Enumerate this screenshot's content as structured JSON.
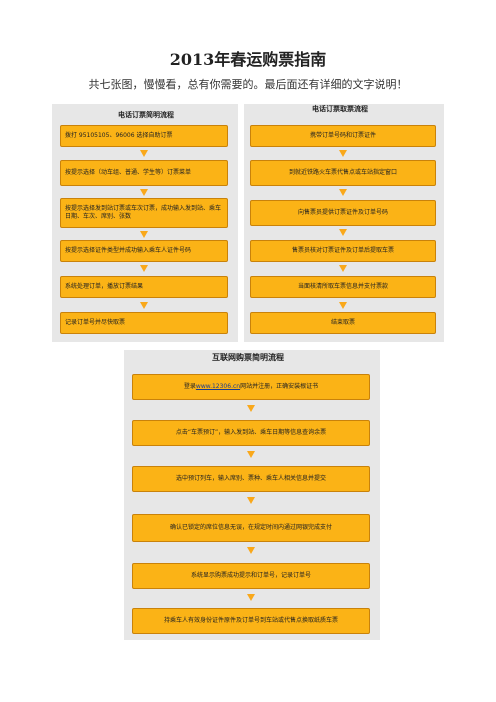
{
  "header": {
    "title": "2013年春运购票指南",
    "subtitle": "共七张图，慢慢看，总有你需要的。最后面还有详细的文字说明！"
  },
  "panel_phone_booking": {
    "title": "电话订票简明流程",
    "steps": [
      "拨打 95105105、96006 选择自助订票",
      "按提示选择（动车组、普通、学生等）订票菜单",
      "按提示选择发到站订票或车次订票，成功输入发到站、乘车日期、车次、席别、张数",
      "按提示选择证件类型并成功输入乘车人证件号码",
      "系统处理订单，播放订票结果",
      "记录订单号并尽快取票"
    ]
  },
  "panel_phone_pickup": {
    "title": "电话订票取票流程",
    "steps": [
      "携带订单号码和订票证件",
      "到就近铁路火车票代售点或车站指定窗口",
      "向售票员提供订票证件及订单号码",
      "售票员核对订票证件及订单后提取车票",
      "当面核清所取车票信息并支付票款",
      "结束取票"
    ]
  },
  "panel_internet": {
    "title": "互联网购票简明流程",
    "steps": [
      {
        "pre": "登录 ",
        "link": "www.12306.cn",
        "post": " 网站并注册，正确安装根证书"
      },
      {
        "pre": "点击“车票预订”，输入发到站、乘车日期等信息查询余票",
        "link": "",
        "post": ""
      },
      {
        "pre": "选中预订列车，输入席别、票种、乘车人相关信息并提交",
        "link": "",
        "post": ""
      },
      {
        "pre": "确认已锁定的席位信息无误，在规定时间内通过网银完成支付",
        "link": "",
        "post": ""
      },
      {
        "pre": "系统显示购票成功提示和订单号，记录订单号",
        "link": "",
        "post": ""
      },
      {
        "pre": "持乘车人有效身份证件原件及订单号到车站或代售点换取纸质车票",
        "link": "",
        "post": ""
      }
    ]
  },
  "colors": {
    "box_fill": "#fbb316",
    "box_border": "#c9820a",
    "arrow": "#f9a81b"
  }
}
